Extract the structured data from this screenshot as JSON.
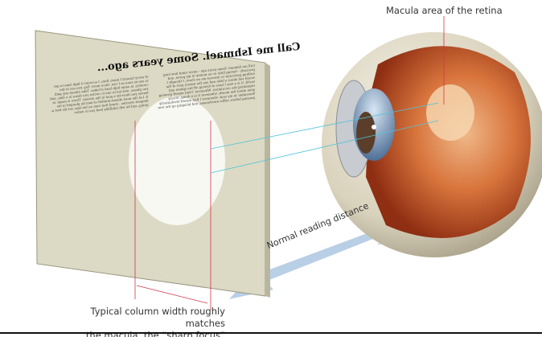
{
  "labels": {
    "macula": "Macula area of the retina",
    "distance": "Normal reading distance",
    "caption_line1": "Typical column width roughly matches",
    "caption_line2": "the macula, the “sharp focus”"
  },
  "page": {
    "title": "Call me Ishmael. Some years ago...",
    "body": "Call me Ishmael. Some years ago - never mind how long precisely - having little or no money in my purse, and nothing particular to interest me on shore, I thought I would sail about a little and see the watery part of the world. It is a way I have of driving off the spleen and regulating the circulation. Whenever I find myself growing grim about the mouth; whenever it is a damp, drizzly November in my soul; whenever I find myself involuntarily pausing before coffin warehouses, and bringing up the rear of every funeral I meet; then, I account it high time to get to sea as soon as I can. Once more. Say, you are in the country; in some high land of lakes. Take almost any path you please, and ten to one it carries you down in a dale, and leaves you there by a pool in the stream. There is magic in it. Let the most absent-minded of men be plunged in his deepest reveries - stand that man on his legs, set his feet a-going, and he will infallibly lead you to water."
  },
  "colors": {
    "page": "#dcdac4",
    "arrow": "#b9cfe6",
    "guide": "#d2354a",
    "sight": "#4fc3d9"
  }
}
